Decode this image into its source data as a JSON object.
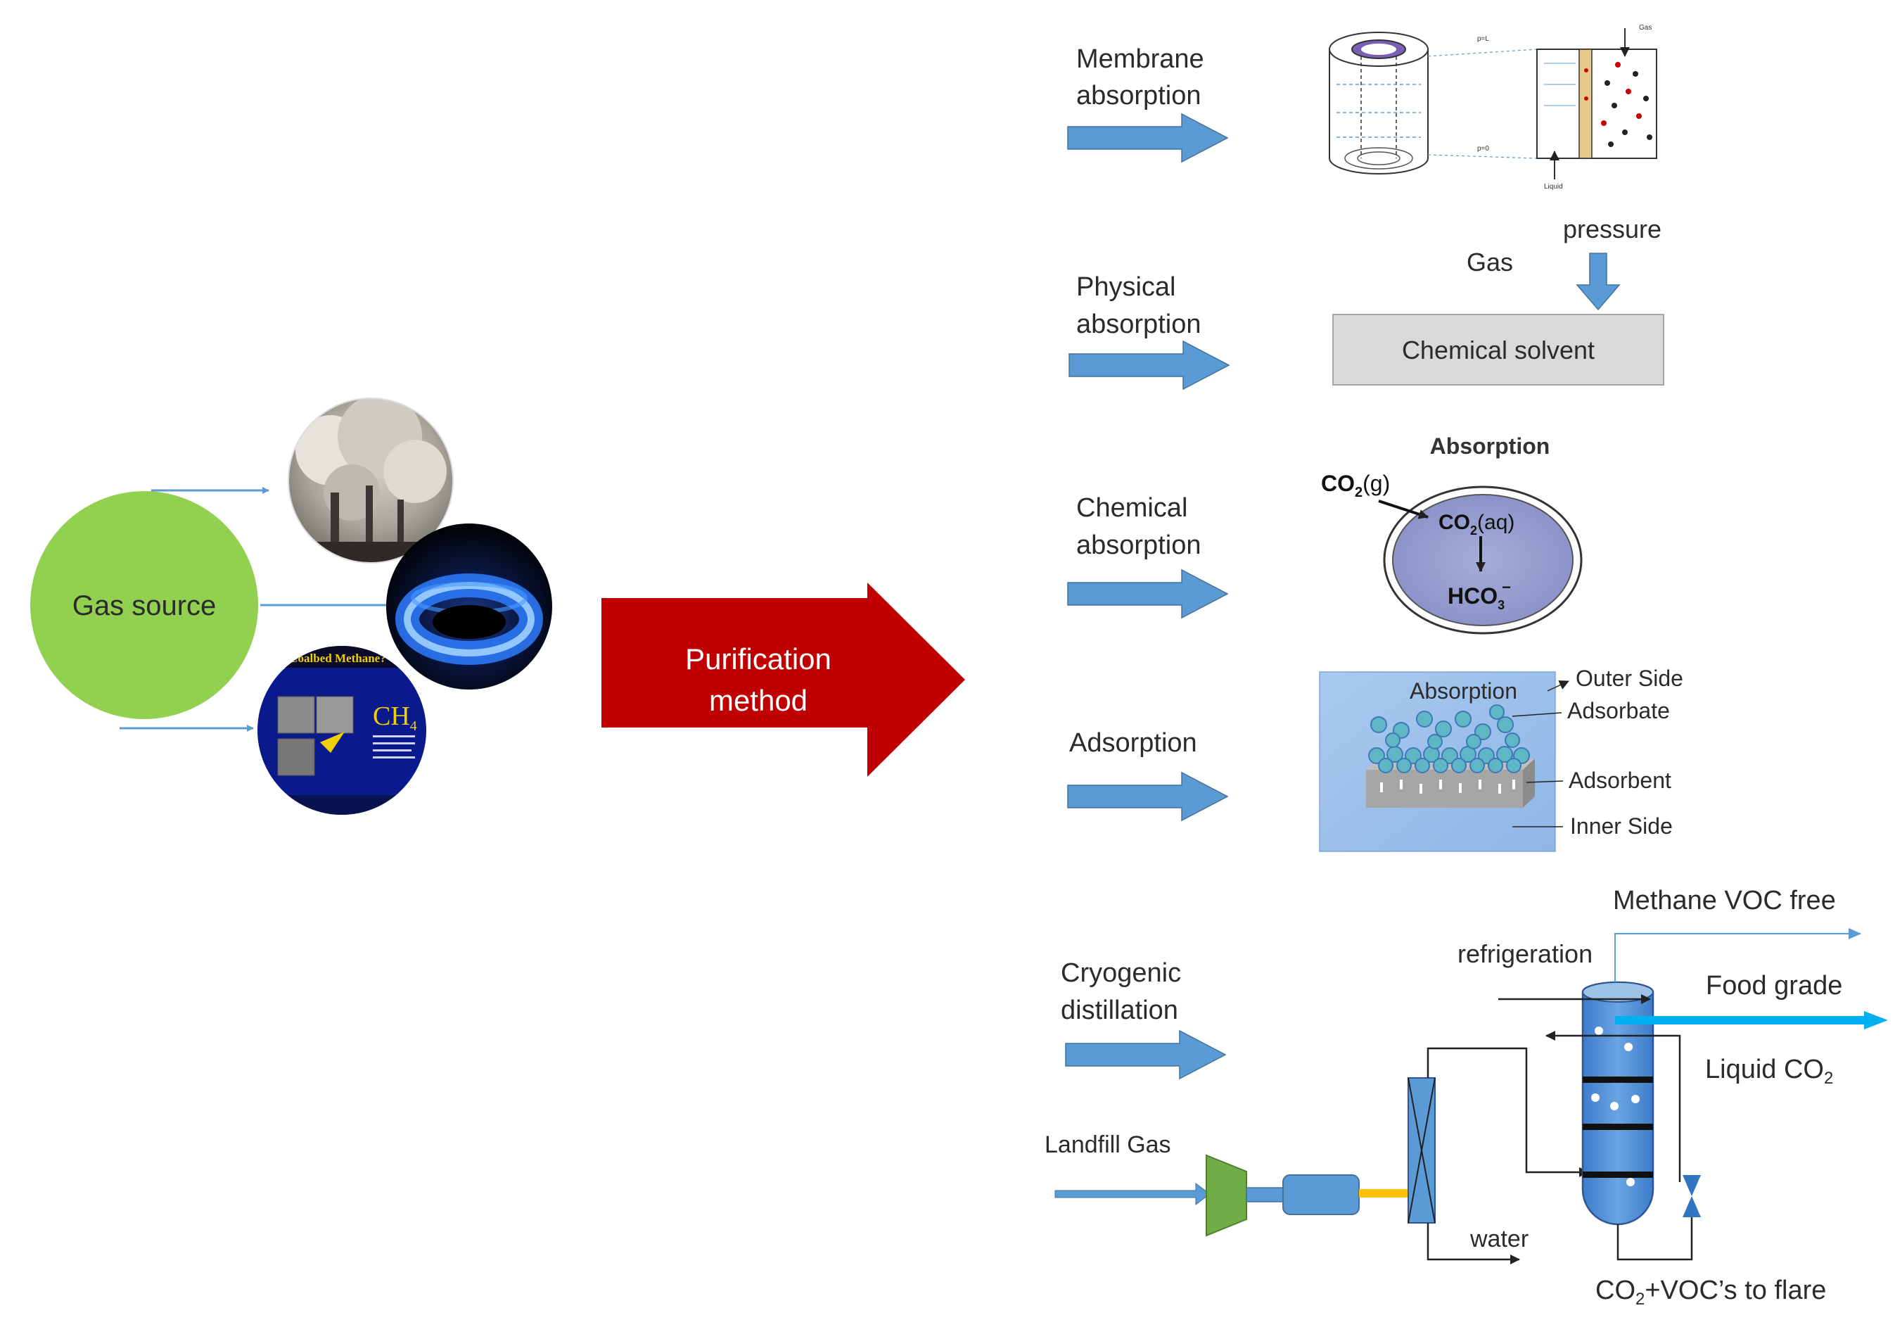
{
  "source": {
    "label": "Gas source",
    "icons": [
      "factory-smoke-image",
      "gas-flame-image",
      "coalbed-methane-image"
    ],
    "coalbed_title": "Coalbed Methane?",
    "coalbed_formula": "CH",
    "coalbed_subscript": "4"
  },
  "center_arrow": {
    "line1": "Purification",
    "line2": "method",
    "color": "#c00000"
  },
  "colors": {
    "arrow_blue": "#5b9bd5",
    "source_green": "#92d050",
    "text": "#2b2b2b"
  },
  "methods": {
    "membrane": {
      "line1": "Membrane",
      "line2": "absorption",
      "top_tag": "Gas",
      "bottom_tag": "Liquid",
      "left_tag_top": "p=L",
      "left_tag_bottom": "p=0"
    },
    "physical": {
      "line1": "Physical",
      "line2": "absorption",
      "gas": "Gas",
      "pressure": "pressure",
      "solvent": "Chemical solvent"
    },
    "chemical": {
      "line1": "Chemical",
      "line2": "absorption",
      "title": "Absorption",
      "co2": "CO",
      "co2_sub": "2",
      "co2_state": "(g)",
      "co2aq": "CO",
      "co2aq_sub": "2",
      "co2aq_state": "(aq)",
      "hco3": "HCO",
      "hco3_sub": "3",
      "hco3_sup": "−"
    },
    "adsorption": {
      "label": "Adsorption",
      "inner_title": "Absorption",
      "outer_side": "Outer Side",
      "adsorbate": "Adsorbate",
      "adsorbent": "Adsorbent",
      "inner_side": "Inner Side"
    },
    "cryogenic": {
      "line1": "Cryogenic",
      "line2": "distillation",
      "landfill": "Landfill Gas",
      "methane": "Methane VOC free",
      "refrigeration": "refrigeration",
      "food": "Food grade",
      "liquid": "Liquid CO",
      "liquid_sub": "2",
      "water": "water",
      "flare_pre": "CO",
      "flare_sub": "2",
      "flare_post": "+VOC’s to flare"
    }
  }
}
